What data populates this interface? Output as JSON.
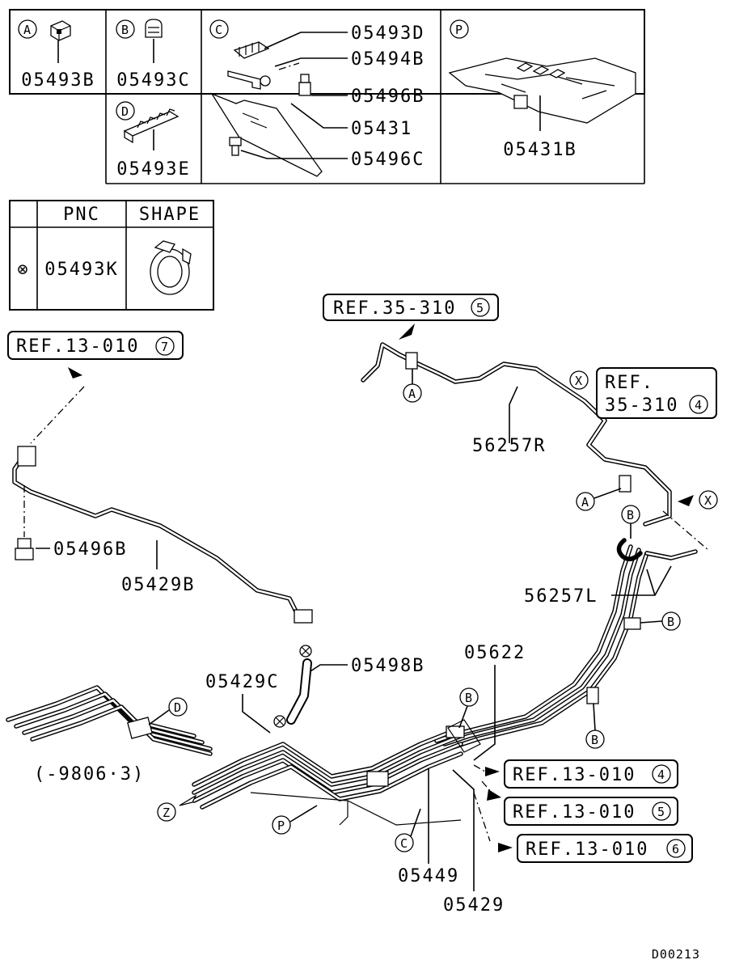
{
  "insets": {
    "A": {
      "letter": "A",
      "part": "05493B"
    },
    "B": {
      "letter": "B",
      "part": "05493C"
    },
    "C": {
      "letter": "C",
      "parts": [
        "05493D",
        "05494B",
        "05496B",
        "05431",
        "05496C"
      ]
    },
    "D": {
      "letter": "D",
      "part": "05493E"
    },
    "P": {
      "letter": "P",
      "part": "05431B"
    }
  },
  "pnc_table": {
    "headers": [
      "PNC",
      "SHAPE"
    ],
    "rows": [
      {
        "mark": "⊗",
        "pnc": "05493K"
      }
    ]
  },
  "refs": {
    "r35_310_5": {
      "text": "REF.35-310",
      "num": "5"
    },
    "r13_010_7": {
      "text": "REF.13-010",
      "num": "7"
    },
    "r35_310_4": {
      "line1": "REF.",
      "line2": "35-310",
      "num": "4"
    },
    "r13_010_4": {
      "text": "REF.13-010",
      "num": "4"
    },
    "r13_010_5": {
      "text": "REF.13-010",
      "num": "5"
    },
    "r13_010_6": {
      "text": "REF.13-010",
      "num": "6"
    }
  },
  "labels": {
    "p56257R": "56257R",
    "p56257L": "56257L",
    "p05496B": "05496B",
    "p05429B": "05429B",
    "p05498B": "05498B",
    "p05429C": "05429C",
    "p05622": "05622",
    "p05449": "05449",
    "p05429": "05429",
    "range": "(-9806·3)"
  },
  "callouts": {
    "A": "A",
    "B": "B",
    "C": "C",
    "D": "D",
    "P": "P",
    "X": "X",
    "Z": "Z"
  },
  "drawing_code": "D00213"
}
